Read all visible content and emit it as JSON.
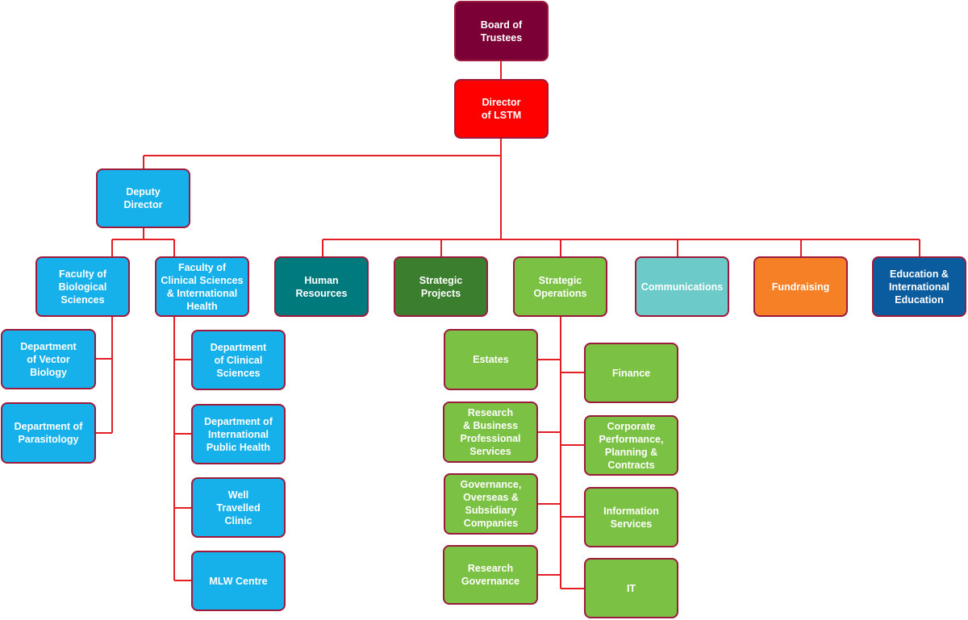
{
  "nodes": {
    "board": "Board of\nTrustees",
    "director": "Director\nof LSTM",
    "deputy": "Deputy\nDirector",
    "faculty_bio": "Faculty of\nBiological\nSciences",
    "faculty_clin": "Faculty of\nClinical Sciences\n& International\nHealth",
    "dept_vector": "Department\nof Vector\nBiology",
    "dept_parasit": "Department of\nParasitology",
    "dept_clin_sci": "Department\nof Clinical\nSciences",
    "dept_intl_ph": "Department of\nInternational\nPublic Health",
    "well_travelled": "Well\nTravelled\nClinic",
    "mlw": "MLW Centre",
    "hr": "Human\nResources",
    "strat_proj": "Strategic\nProjects",
    "strat_ops": "Strategic\nOperations",
    "comms": "Communications",
    "fundraising": "Fundraising",
    "edu": "Education &\nInternational\nEducation",
    "estates": "Estates",
    "research_bps": "Research\n& Business\nProfessional\nServices",
    "governance": "Governance,\nOverseas &\nSubsidiary\nCompanies",
    "research_gov": "Research\nGovernance",
    "finance": "Finance",
    "corp_perf": "Corporate\nPerformance,\nPlanning &\nContracts",
    "info_services": "Information\nServices",
    "it": "IT"
  },
  "colors": {
    "connector": "#e31e24",
    "border": "#9c1a3c",
    "board": "#7a0035",
    "director": "#ff0000",
    "academic": "#16b0ea",
    "hr": "#007a7d",
    "strategic_projects": "#3b7f2e",
    "operations": "#7bc143",
    "communications": "#6ccac8",
    "fundraising": "#f58025",
    "education": "#0b5c9e"
  }
}
